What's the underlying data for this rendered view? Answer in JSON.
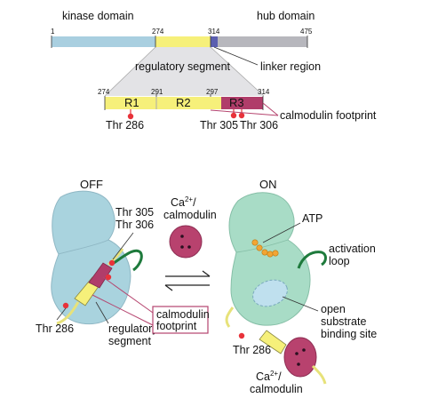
{
  "domain_bar": {
    "kinase_label": "kinase domain",
    "hub_label": "hub domain",
    "positions": {
      "start": "1",
      "reg_start": "274",
      "linker": "314",
      "end": "475"
    },
    "linker_label": "linker region",
    "colors": {
      "kinase": "#a9cfe0",
      "regulatory": "#f6f07a",
      "hub": "#b7b7bd",
      "linker": "#5b5fb0"
    }
  },
  "regulatory_segment": {
    "label": "regulatory segment",
    "positions": {
      "start": "274",
      "r1_end": "291",
      "r3_start": "297",
      "end": "314"
    },
    "segments": [
      "R1",
      "R2",
      "R3"
    ],
    "sites": {
      "thr286": "Thr 286",
      "thr305": "Thr 305",
      "thr306": "Thr 306"
    },
    "footprint_label": "calmodulin footprint",
    "colors": {
      "r1_r2": "#f6f07a",
      "r3": "#b03d6a",
      "site": "#e8323a",
      "footprint_line": "#b5446e"
    }
  },
  "off_state": {
    "title": "OFF",
    "thr305_306": [
      "Thr 305",
      "Thr 306"
    ],
    "thr286": "Thr 286",
    "regulatory_label": [
      "regulatory",
      "segment"
    ],
    "footprint_box": [
      "calmodulin",
      "footprint"
    ],
    "colors": {
      "body": "#a9d3de",
      "outline": "#8fb7c4"
    }
  },
  "camodulin_free": {
    "label_line1_base": "Ca",
    "label_line1_sup": "2+",
    "label_line1_tail": "/",
    "label_line2": "calmodulin",
    "color": "#b8426e"
  },
  "on_state": {
    "title": "ON",
    "atp": "ATP",
    "activation_loop": [
      "activation",
      "loop"
    ],
    "substrate_site": [
      "open",
      "substrate",
      "binding site"
    ],
    "thr286": "Thr 286",
    "cam_label_base": "Ca",
    "cam_label_sup": "2+",
    "cam_label_tail": "/",
    "cam_label_line2": "calmodulin",
    "colors": {
      "body": "#a8dcc6",
      "outline": "#86bfa7",
      "atp": "#f2a534",
      "loop": "#1e7a3c"
    }
  }
}
